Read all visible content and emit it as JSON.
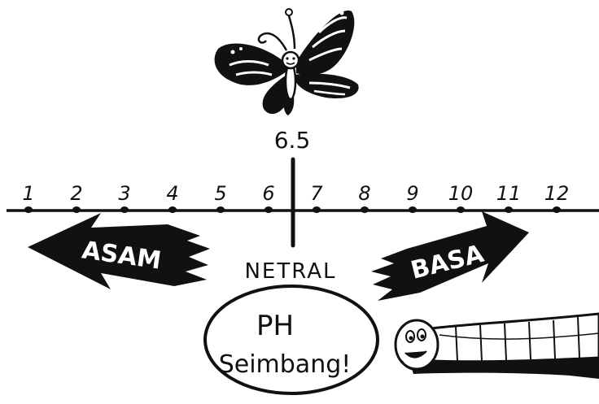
{
  "center_value": "6.5",
  "scale": {
    "ticks": [
      {
        "value": 1,
        "label": "1"
      },
      {
        "value": 2,
        "label": "2"
      },
      {
        "value": 3,
        "label": "3"
      },
      {
        "value": 4,
        "label": "4"
      },
      {
        "value": 5,
        "label": "5"
      },
      {
        "value": 6,
        "label": "6"
      },
      {
        "value": 7,
        "label": "7"
      },
      {
        "value": 8,
        "label": "8"
      },
      {
        "value": 9,
        "label": "9"
      },
      {
        "value": 10,
        "label": "10"
      },
      {
        "value": 11,
        "label": "11"
      },
      {
        "value": 12,
        "label": "12"
      }
    ]
  },
  "labels": {
    "acid": "ASAM",
    "base": "BASA",
    "neutral": "NETRAL",
    "bubble_line1": "PH",
    "bubble_line2": "Seimbang!"
  },
  "icons": [
    "butterfly-icon",
    "caterpillar-icon"
  ],
  "colors": {
    "ink": "#111111",
    "paper": "#ffffff"
  }
}
